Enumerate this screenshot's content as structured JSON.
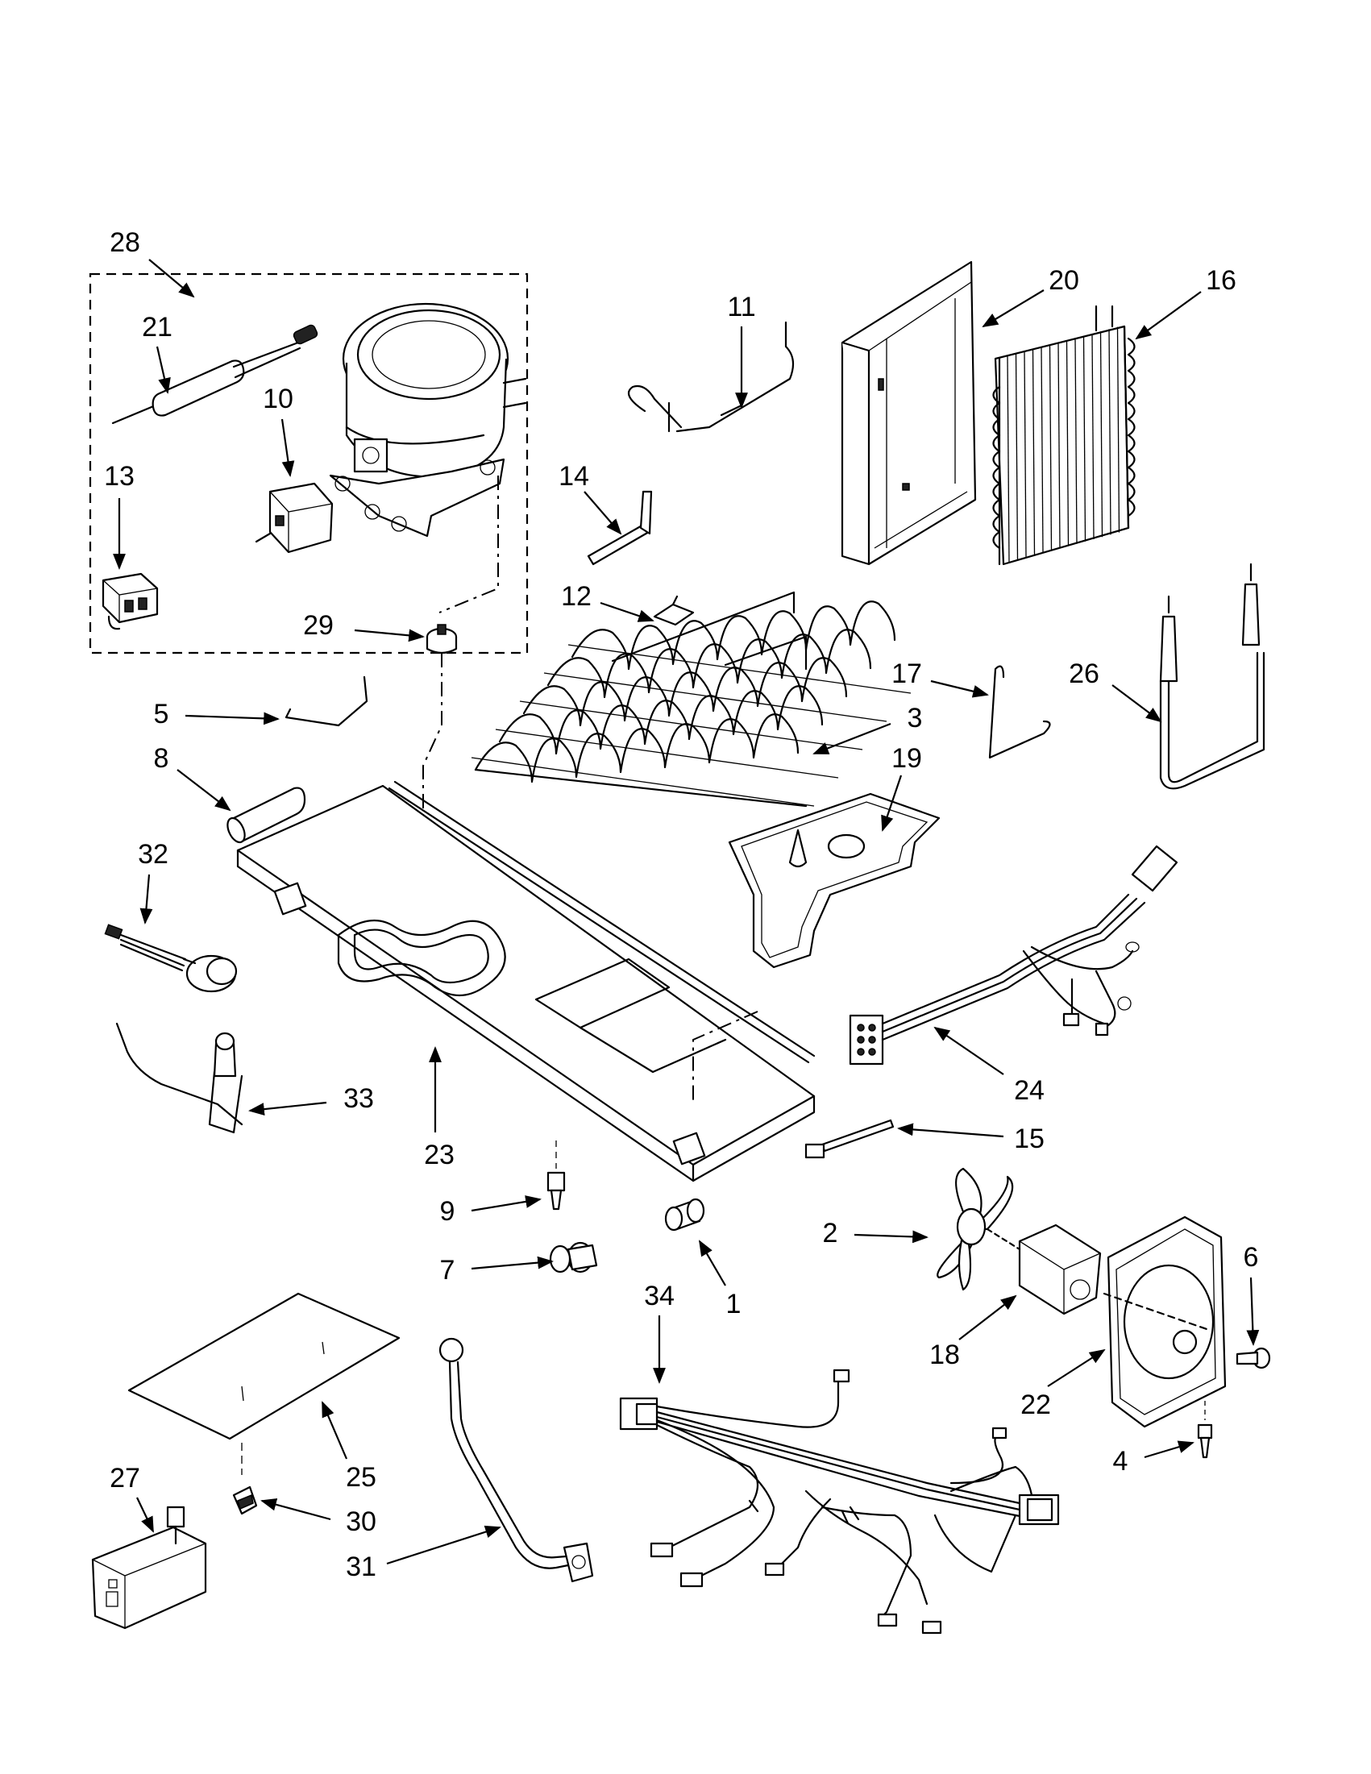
{
  "diagram": {
    "callouts": [
      "28",
      "21",
      "10",
      "13",
      "29",
      "11",
      "14",
      "12",
      "20",
      "16",
      "17",
      "26",
      "3",
      "19",
      "5",
      "8",
      "32",
      "33",
      "23",
      "24",
      "15",
      "9",
      "7",
      "1",
      "2",
      "18",
      "6",
      "22",
      "4",
      "34",
      "25",
      "27",
      "30",
      "31"
    ]
  }
}
